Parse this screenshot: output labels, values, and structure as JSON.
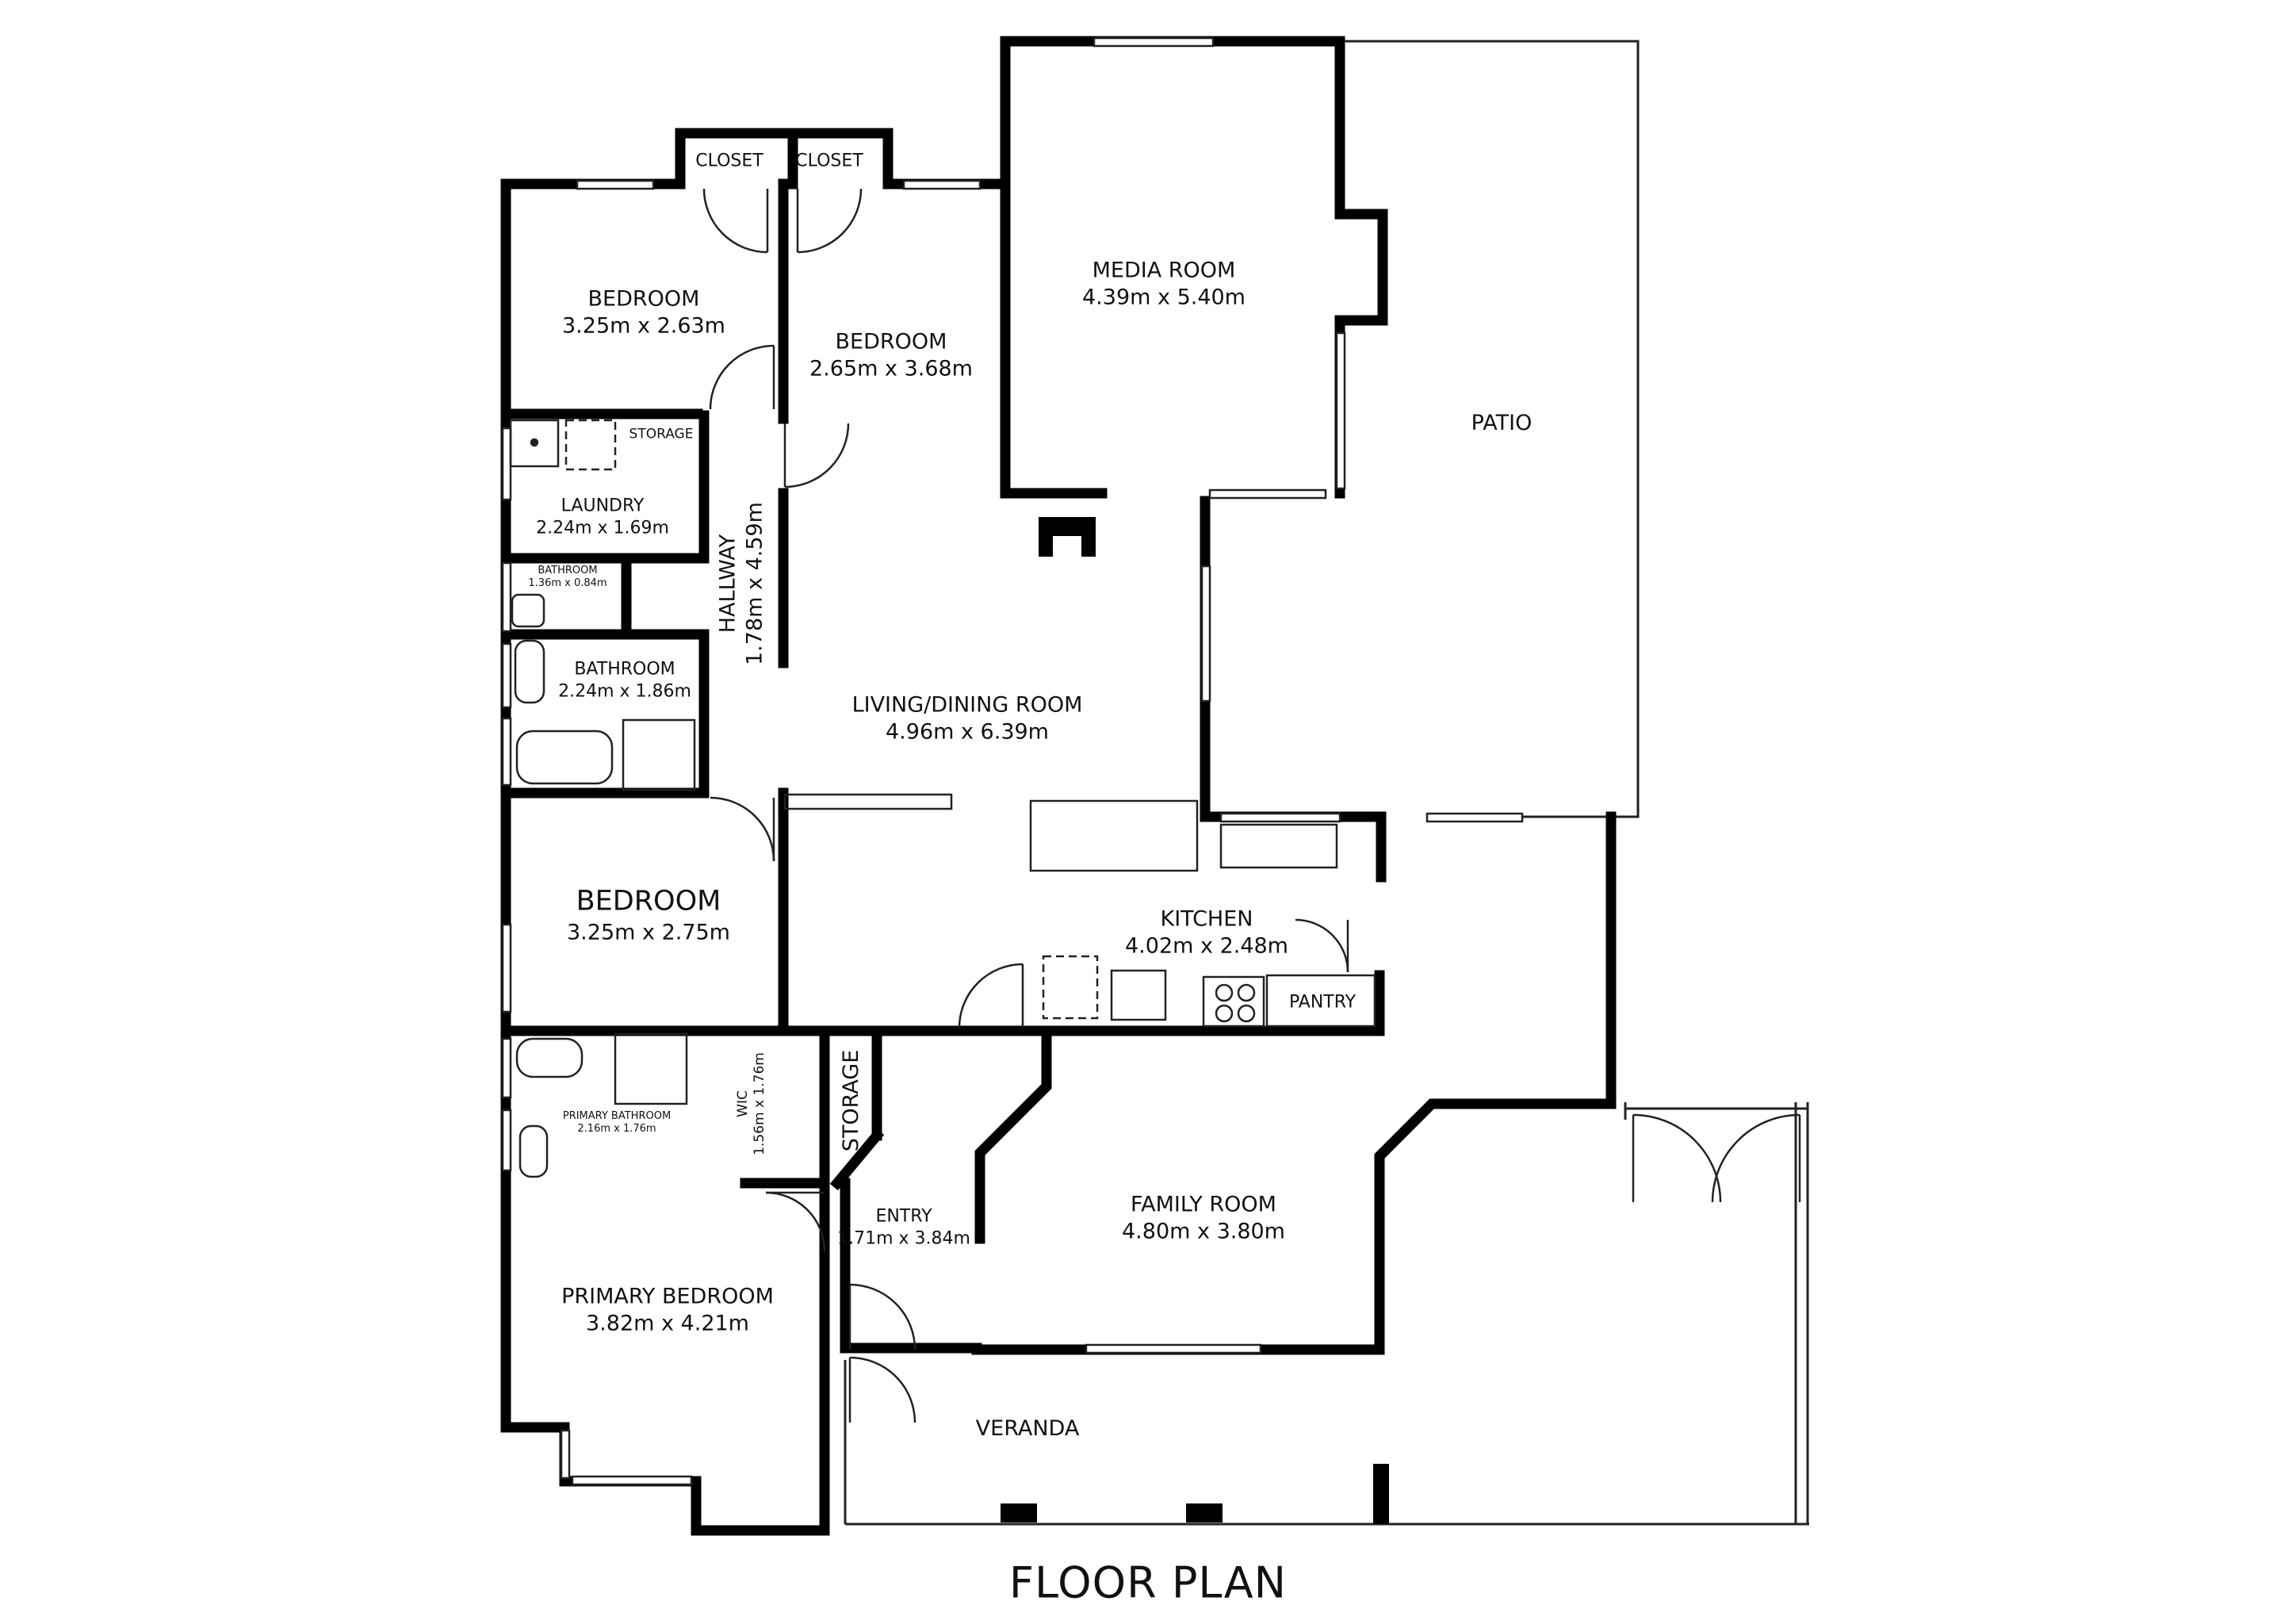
{
  "plan_title": "FLOOR PLAN",
  "colors": {
    "wall": "#000000",
    "line": "#222222",
    "fill": "#ffffff"
  },
  "rooms": {
    "closet_1": {
      "name": "CLOSET"
    },
    "closet_2": {
      "name": "CLOSET"
    },
    "bedroom_1": {
      "name": "BEDROOM",
      "size": "3.25m x 2.63m"
    },
    "bedroom_2": {
      "name": "BEDROOM",
      "size": "2.65m x 3.68m"
    },
    "media_room": {
      "name": "MEDIA ROOM",
      "size": "4.39m x 5.40m"
    },
    "patio": {
      "name": "PATIO"
    },
    "storage_1": {
      "name": "STORAGE"
    },
    "laundry": {
      "name": "LAUNDRY",
      "size": "2.24m x 1.69m"
    },
    "bathroom_small": {
      "name": "BATHROOM",
      "size": "1.36m x 0.84m"
    },
    "bathroom": {
      "name": "BATHROOM",
      "size": "2.24m x 1.86m"
    },
    "hallway": {
      "name": "HALLWAY",
      "size": "1.78m x 4.59m"
    },
    "living_dining": {
      "name": "LIVING/DINING ROOM",
      "size": "4.96m x 6.39m"
    },
    "bedroom_3": {
      "name": "BEDROOM",
      "size": "3.25m x 2.75m"
    },
    "kitchen": {
      "name": "KITCHEN",
      "size": "4.02m x 2.48m"
    },
    "pantry": {
      "name": "PANTRY"
    },
    "primary_bathroom": {
      "name": "PRIMARY BATHROOM",
      "size": "2.16m x 1.76m"
    },
    "wic": {
      "name": "WIC",
      "size": "1.56m x 1.76m"
    },
    "storage_2": {
      "name": "STORAGE"
    },
    "entry": {
      "name": "ENTRY",
      "size": "1.71m x 3.84m"
    },
    "family_room": {
      "name": "FAMILY ROOM",
      "size": "4.80m x 3.80m"
    },
    "primary_bedroom": {
      "name": "PRIMARY BEDROOM",
      "size": "3.82m x 4.21m"
    },
    "veranda": {
      "name": "VERANDA"
    }
  }
}
